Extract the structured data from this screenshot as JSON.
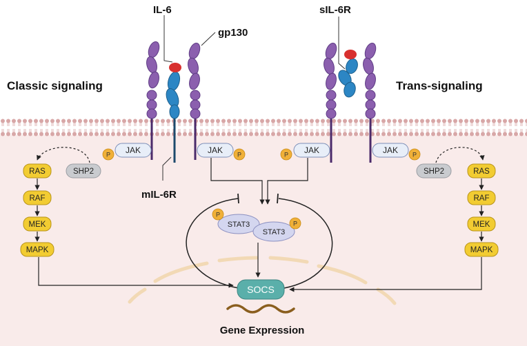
{
  "labels": {
    "il6": "IL-6",
    "gp130": "gp130",
    "sil6r": "sIL-6R",
    "mil6r": "mIL-6R",
    "classic": "Classic signaling",
    "trans": "Trans-signaling",
    "gene_expression": "Gene Expression"
  },
  "proteins": {
    "jak": "JAK",
    "p": "P",
    "shp2": "SHP2",
    "ras": "RAS",
    "raf": "RAF",
    "mek": "MEK",
    "mapk": "MAPK",
    "stat3": "STAT3",
    "socs": "SOCS"
  },
  "colors": {
    "receptor_purple": "#8b5fae",
    "receptor_purple_dark": "#5e3b84",
    "il6r_blue": "#2c86c4",
    "il6_red": "#d8302e",
    "jak_fill": "#e8eef8",
    "p_orange": "#f0b038",
    "kinase_yellow": "#f2cc32",
    "stat3_fill": "#d4d6ef",
    "socs_teal": "#5aafaa",
    "shp2_gray": "#c9cbcf",
    "cytoplasm": "#f9ebea",
    "membrane_head": "#d8a7a7",
    "dna_brown": "#8a5e1e"
  }
}
